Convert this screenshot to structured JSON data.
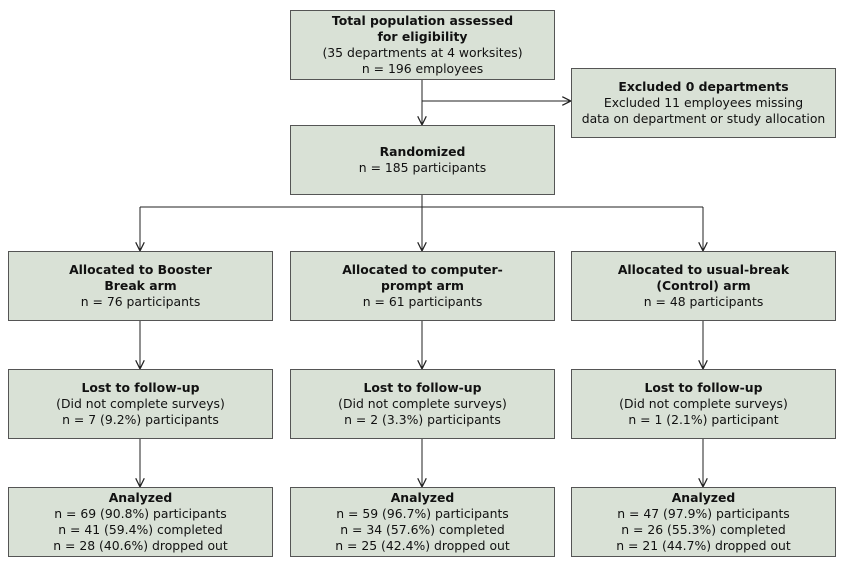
{
  "total": {
    "title1": "Total population assessed",
    "title2": "for eligibility",
    "line1": "(35 departments at 4 worksites)",
    "line2": "n = 196 employees"
  },
  "excluded": {
    "title": "Excluded 0 departments",
    "line1": "Excluded 11 employees missing",
    "line2": "data on department or study allocation"
  },
  "randomized": {
    "title": "Randomized",
    "line1": "n = 185 participants"
  },
  "arms": [
    {
      "allocated": {
        "title1": "Allocated to Booster",
        "title2": "Break arm",
        "line1": "n = 76 participants"
      },
      "lost": {
        "title": "Lost to follow-up",
        "line1": "(Did not complete surveys)",
        "line2": "n = 7 (9.2%) participants"
      },
      "analyzed": {
        "title": "Analyzed",
        "line1": "n = 69 (90.8%) participants",
        "line2": "n = 41 (59.4%) completed",
        "line3": "n = 28 (40.6%) dropped out"
      }
    },
    {
      "allocated": {
        "title1": "Allocated to computer-",
        "title2": "prompt arm",
        "line1": "n = 61 participants"
      },
      "lost": {
        "title": "Lost to follow-up",
        "line1": "(Did not complete surveys)",
        "line2": "n = 2 (3.3%) participants"
      },
      "analyzed": {
        "title": "Analyzed",
        "line1": "n = 59 (96.7%) participants",
        "line2": "n = 34 (57.6%) completed",
        "line3": "n = 25 (42.4%) dropped out"
      }
    },
    {
      "allocated": {
        "title1": "Allocated to usual-break",
        "title2": "(Control) arm",
        "line1": "n = 48 participants"
      },
      "lost": {
        "title": "Lost to follow-up",
        "line1": "(Did not complete surveys)",
        "line2": "n = 1 (2.1%) participant"
      },
      "analyzed": {
        "title": "Analyzed",
        "line1": "n = 47 (97.9%) participants",
        "line2": "n = 26 (55.3%) completed",
        "line3": "n = 21 (44.7%) dropped out"
      }
    }
  ],
  "colors": {
    "box_fill": "#d9e1d6",
    "box_border": "#555555",
    "line": "#222222"
  }
}
